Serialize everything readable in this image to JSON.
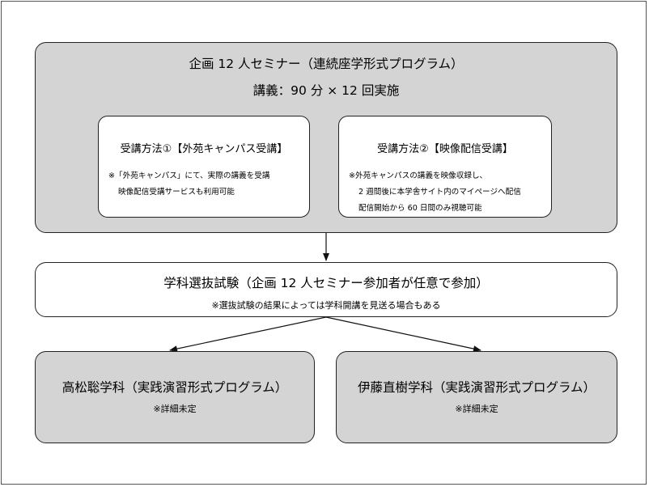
{
  "seminar": {
    "title": "企画 12 人セミナー（連続座学形式プログラム）",
    "subtitle": "講義：90 分 × 12 回実施"
  },
  "method1": {
    "title": "受講方法①【外苑キャンパス受講】",
    "notes": [
      "※「外苑キャンパス」にて、実際の講義を受講",
      "映像配信受講サービスも利用可能"
    ]
  },
  "method2": {
    "title": "受講方法②【映像配信受講】",
    "notes": [
      "※外苑キャンパスの講義を映像収録し、",
      "2 週間後に本学舎サイト内のマイページへ配信",
      "配信開始から 60 日間のみ視聴可能"
    ]
  },
  "exam": {
    "title": "学科選抜試験（企画 12 人セミナー参加者が任意で参加）",
    "note": "※選抜試験の結果によっては学科開講を見送る場合もある"
  },
  "takamatsu": {
    "title": "高松聡学科（実践演習形式プログラム）",
    "note": "※詳細未定"
  },
  "ito": {
    "title": "伊藤直樹学科（実践演習形式プログラム）",
    "note": "※詳細未定"
  },
  "colors": {
    "gray_box": "#d4d4d4",
    "border": "#222222"
  }
}
